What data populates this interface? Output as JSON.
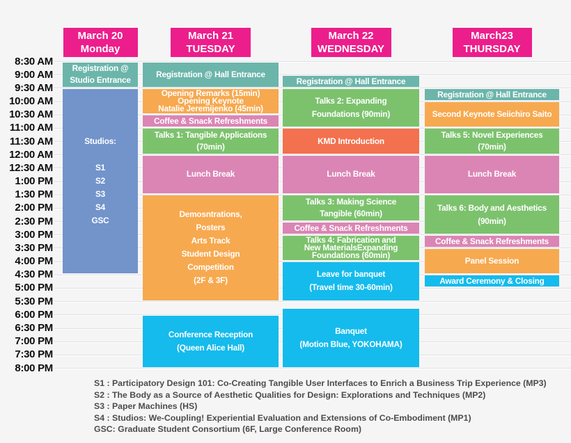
{
  "colors": {
    "canvas_bg": "#f5f5f6",
    "gridline": "#e0e0e3",
    "time_label": "#0c0c0c",
    "header_bg": "#ec1e8c",
    "header_text": "#ffffff",
    "event_text": "#ffffff",
    "footnote_text": "#4c4c4c",
    "teal": "#6cb5ab",
    "blue": "#7294cb",
    "orange": "#f7a94f",
    "pink": "#db85b5",
    "green": "#7cc26d",
    "salmon": "#f3714e",
    "cyan": "#15bbec"
  },
  "timeline": {
    "times": [
      "8:30 AM",
      "9:00 AM",
      "9:30 AM",
      "10:00 AM",
      "10:30 AM",
      "11:00 AM",
      "11:30 AM",
      "12:00 AM",
      "12:30 AM",
      "1:00 PM",
      "1:30 PM",
      "2:00 PM",
      "2:30 PM",
      "3:00 PM",
      "3:30 PM",
      "4:00 PM",
      "4:30 PM",
      "5:00 PM",
      "5:30 PM",
      "6:00 PM",
      "6:30 PM",
      "7:00 PM",
      "7:30 PM",
      "8:00 PM"
    ]
  },
  "days": [
    {
      "id": "monday",
      "line1": "March 20",
      "line2": "Monday",
      "events": [
        {
          "name": "registration-studio-entrance",
          "lines": [
            "Registration @",
            "Studio Entrance"
          ],
          "color": "teal",
          "start": 8.5,
          "end": 9.5
        },
        {
          "name": "studios",
          "lines": [
            "Studios:",
            "",
            "S1",
            "S2",
            "S3",
            "S4",
            "GSC"
          ],
          "color": "blue",
          "start": 9.5,
          "end": 16.5
        }
      ]
    },
    {
      "id": "tuesday",
      "line1": "March 21",
      "line2": "TUESDAY",
      "events": [
        {
          "name": "registration-hall-entrance",
          "lines": [
            "Registration @ Hall Entrance"
          ],
          "color": "teal",
          "start": 8.5,
          "end": 9.5
        },
        {
          "name": "opening-remarks-keynote",
          "lines": [
            "Opening Remarks (15min)",
            "Opening Keynote",
            "Natalie Jeremijenko (45min)"
          ],
          "color": "orange",
          "start": 9.5,
          "end": 10.5
        },
        {
          "name": "coffee-snack-refreshments",
          "lines": [
            "Coffee & Snack Refreshments"
          ],
          "color": "pink",
          "start": 10.5,
          "end": 11
        },
        {
          "name": "talks-1",
          "lines": [
            "Talks 1: Tangible Applications",
            "(70min)"
          ],
          "color": "green",
          "start": 11,
          "end": 12
        },
        {
          "name": "lunch-break",
          "lines": [
            "Lunch Break"
          ],
          "color": "pink",
          "start": 12,
          "end": 13.5
        },
        {
          "name": "demonstrations-posters",
          "lines": [
            "Demosntrations,",
            "Posters",
            "Arts Track",
            "Student Design",
            "Competition",
            "(2F & 3F)"
          ],
          "color": "orange",
          "start": 13.5,
          "end": 17.5
        },
        {
          "name": "conference-reception",
          "lines": [
            "Conference Reception",
            "(Queen Alice Hall)"
          ],
          "color": "cyan",
          "start": 18,
          "end": 20
        }
      ]
    },
    {
      "id": "wednesday",
      "line1": "March 22",
      "line2": "WEDNESDAY",
      "events": [
        {
          "name": "registration-hall-entrance",
          "lines": [
            "Registration @ Hall Entrance"
          ],
          "color": "teal",
          "start": 9,
          "end": 9.5
        },
        {
          "name": "talks-2",
          "lines": [
            "Talks 2: Expanding",
            "Foundations (90min)"
          ],
          "color": "green",
          "start": 9.5,
          "end": 11
        },
        {
          "name": "kmd-introduction",
          "lines": [
            "KMD Introduction"
          ],
          "color": "salmon",
          "start": 11,
          "end": 12
        },
        {
          "name": "lunch-break",
          "lines": [
            "Lunch Break"
          ],
          "color": "pink",
          "start": 12,
          "end": 13.5
        },
        {
          "name": "talks-3",
          "lines": [
            "Talks 3: Making Science",
            "Tangible (60min)"
          ],
          "color": "green",
          "start": 13.5,
          "end": 14.5
        },
        {
          "name": "coffee-snack-refreshments",
          "lines": [
            "Coffee & Snack Refreshments"
          ],
          "color": "pink",
          "start": 14.5,
          "end": 15
        },
        {
          "name": "talks-4",
          "lines": [
            "Talks 4: Fabrication and",
            "New MaterialsExpanding",
            "Foundations (60min)"
          ],
          "color": "green",
          "start": 15,
          "end": 16
        },
        {
          "name": "leave-for-banquet",
          "lines": [
            "Leave for banquet",
            "(Travel time 30-60min)"
          ],
          "color": "cyan",
          "start": 16,
          "end": 17.5
        },
        {
          "name": "banquet",
          "lines": [
            "Banquet",
            "(Motion Blue, YOKOHAMA)"
          ],
          "color": "cyan",
          "start": 17.75,
          "end": 20
        }
      ]
    },
    {
      "id": "thursday",
      "line1": "March23",
      "line2": "THURSDAY",
      "events": [
        {
          "name": "registration-hall-entrance",
          "lines": [
            "Registration @ Hall Entrance"
          ],
          "color": "teal",
          "start": 9.5,
          "end": 10
        },
        {
          "name": "second-keynote",
          "lines": [
            "Second Keynote Seiichiro Saito"
          ],
          "color": "orange",
          "start": 10,
          "end": 11
        },
        {
          "name": "talks-5",
          "lines": [
            "Talks 5: Novel Experiences",
            "(70min)"
          ],
          "color": "green",
          "start": 11,
          "end": 12
        },
        {
          "name": "lunch-break",
          "lines": [
            "Lunch Break"
          ],
          "color": "pink",
          "start": 12,
          "end": 13.5
        },
        {
          "name": "talks-6",
          "lines": [
            "Talks 6: Body and Aesthetics",
            "(90min)"
          ],
          "color": "green",
          "start": 13.5,
          "end": 15
        },
        {
          "name": "coffee-snack-refreshments",
          "lines": [
            "Coffee & Snack Refreshments"
          ],
          "color": "pink",
          "start": 15,
          "end": 15.5
        },
        {
          "name": "panel-session",
          "lines": [
            "Panel Session"
          ],
          "color": "orange",
          "start": 15.5,
          "end": 16.5
        },
        {
          "name": "award-ceremony-closing",
          "lines": [
            "Award Ceremony & Closing"
          ],
          "color": "cyan",
          "start": 16.5,
          "end": 17
        }
      ]
    }
  ],
  "footnotes": [
    "S1 : Participatory Design 101: Co-Creating Tangible User Interfaces to Enrich a Business Trip Experience (MP3)",
    "S2 : The Body as a Source of Aesthetic Qualities for Design: Explorations and Techniques (MP2)",
    "S3 : Paper Machines (HS)",
    "S4 : Studios: We-Coupling! Experiential Evaluation and Extensions of Co-Embodiment (MP1)",
    "GSC: Graduate Student Consortium (6F, Large Conference Room)"
  ]
}
